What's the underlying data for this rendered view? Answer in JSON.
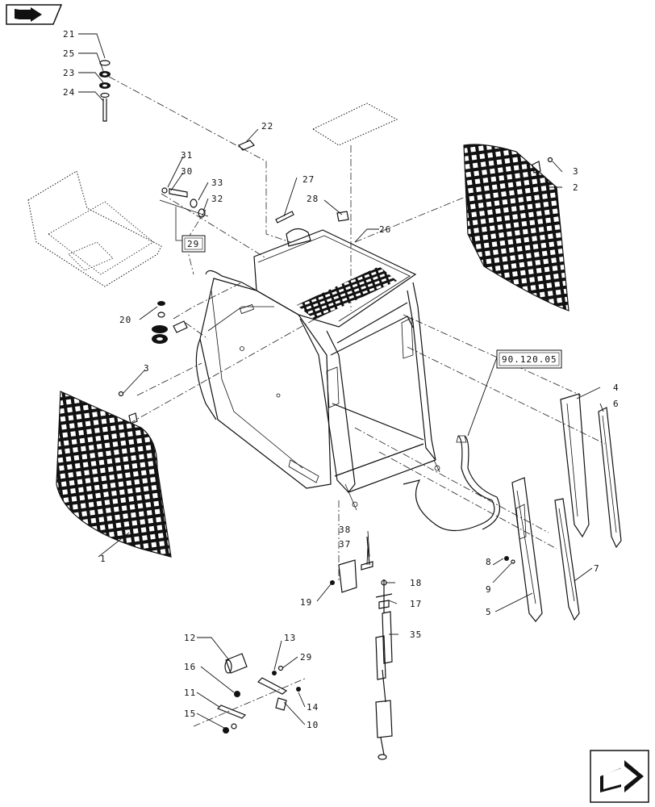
{
  "callouts": {
    "c1": "1",
    "c2": "2",
    "c3a": "3",
    "c3b": "3",
    "c4": "4",
    "c5": "5",
    "c6": "6",
    "c7": "7",
    "c8": "8",
    "c9": "9",
    "c10": "10",
    "c11": "11",
    "c12": "12",
    "c13": "13",
    "c14": "14",
    "c15": "15",
    "c16": "16",
    "c17": "17",
    "c18": "18",
    "c19": "19",
    "c20": "20",
    "c21": "21",
    "c22": "22",
    "c23": "23",
    "c24": "24",
    "c25": "25",
    "c26": "26",
    "c27": "27",
    "c28": "28",
    "c29": "29",
    "c30": "30",
    "c31": "31",
    "c32": "32",
    "c33": "33",
    "c35": "35",
    "c37": "37",
    "c38": "38"
  },
  "references": {
    "ref_box_29": "29",
    "ref_box_section": "90.120.05"
  },
  "icons": {
    "top_left": "book-arrow-icon",
    "bottom_right": "next-page-arrow-icon"
  }
}
